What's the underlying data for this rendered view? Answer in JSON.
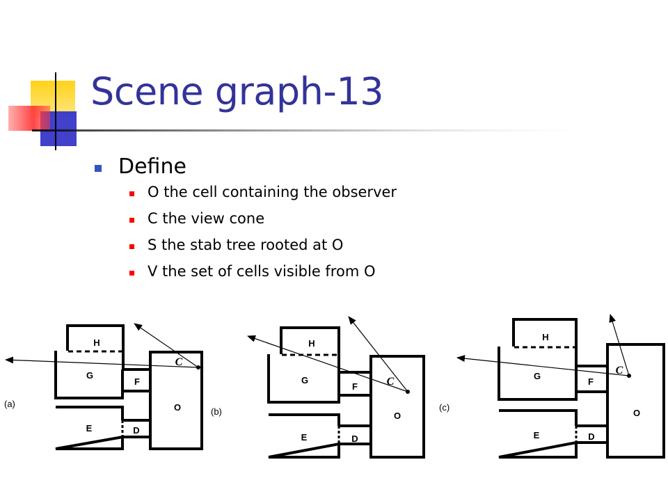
{
  "slide": {
    "title": "Scene graph-13",
    "heading": "Define",
    "bullets": [
      "O the cell containing the observer",
      "C the view cone",
      "S the stab tree rooted at O",
      "V the set of cells visible from O"
    ]
  },
  "figure": {
    "panels": [
      {
        "label": "(a)",
        "cells": {
          "h": "H",
          "g": "G",
          "f": "F",
          "e": "E",
          "d": "D",
          "o": "O"
        },
        "cone": "C"
      },
      {
        "label": "(b)",
        "cells": {
          "h": "H",
          "g": "G",
          "f": "F",
          "e": "E",
          "d": "D",
          "o": "O"
        },
        "cone": "C"
      },
      {
        "label": "(c)",
        "cells": {
          "h": "H",
          "g": "G",
          "f": "F",
          "e": "E",
          "d": "D",
          "o": "O"
        },
        "cone": "C"
      }
    ]
  },
  "colors": {
    "title": "#33339a",
    "heading_bullet": "#2f54c8",
    "sub_bullet": "#ff0000",
    "deco_yellow": "#ffd21a",
    "deco_blue": "#3737c8",
    "deco_red": "#ff3b3b"
  }
}
